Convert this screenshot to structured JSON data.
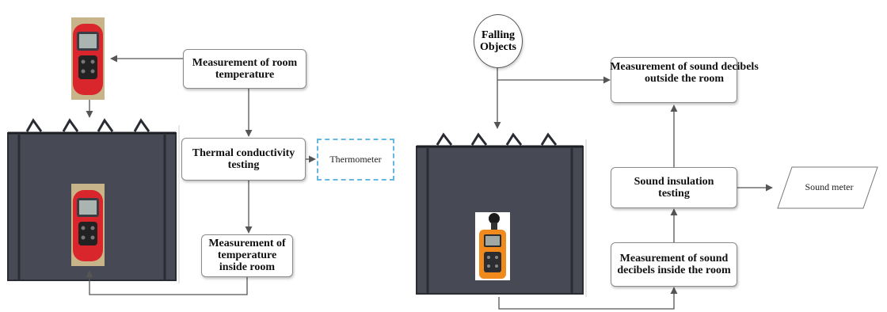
{
  "left_diagram": {
    "room_temp_label": "Measurement of room  temperature",
    "thermal_label": "Thermal conductivity testing",
    "thermometer_label": "Thermometer",
    "inside_temp_label": "Measurement of temperature inside room"
  },
  "right_diagram": {
    "falling_objects_label": "Falling Objects",
    "outside_db_label": "Measurement of sound decibels outside the room",
    "sound_insulation_label": "Sound insulation testing",
    "sound_meter_label": "Sound meter",
    "inside_db_label": "Measurement of sound decibels  inside the room"
  },
  "colors": {
    "room_fill": "#474a55",
    "thermometer_red": "#d9262c",
    "sound_meter_orange": "#f08a1c",
    "dashed_border": "#67b7e3"
  },
  "icons": [
    "thermometer-device-icon",
    "sound-meter-device-icon"
  ]
}
